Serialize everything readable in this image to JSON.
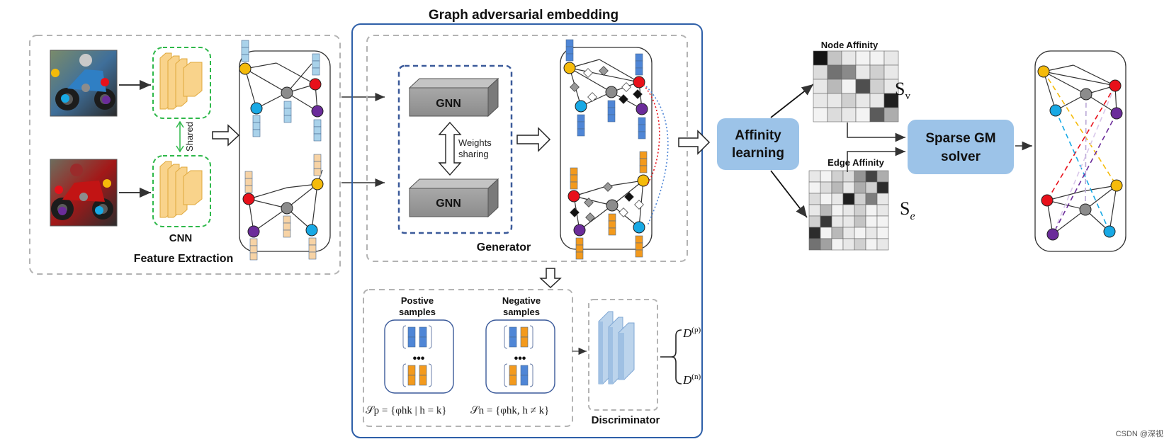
{
  "title": "Graph adversarial embedding",
  "feature_extraction": {
    "label": "Feature Extraction",
    "cnn_label": "CNN",
    "shared_label": "Shared"
  },
  "generator": {
    "label": "Generator",
    "gnn_top": "GNN",
    "gnn_bottom": "GNN",
    "weights_line1": "Weights",
    "weights_line2": "sharing"
  },
  "samples": {
    "positive_line1": "Postive",
    "positive_line2": "samples",
    "negative_line1": "Negative",
    "negative_line2": "samples",
    "dots": "•••",
    "sp_formula": "𝒮p = {φhk | h = k}",
    "sn_formula": "𝒮n = {φhk, h ≠ k}"
  },
  "discriminator": {
    "label": "Discriminator",
    "dp_main": "D",
    "dp_sup": "(p)",
    "dn_main": "D",
    "dn_sup": "(n)"
  },
  "affinity": {
    "box_line1": "Affinity",
    "box_line2": "learning",
    "node_label": "Node Affinity",
    "edge_label": "Edge Affinity",
    "sv_main": "S",
    "sv_sub": "v",
    "se_main": "S",
    "se_sub": "e"
  },
  "solver": {
    "line1": "Sparse GM",
    "line2": "solver"
  },
  "watermark": "CSDN @深视",
  "colors": {
    "yellow": "#f5bb0a",
    "red": "#e8101a",
    "blue": "#18a9e5",
    "purple": "#6b2c9a",
    "gray_node": "#8c8c8c",
    "light_blue_bar": "#a9d2ea",
    "blue_bar": "#4f86d6",
    "orange_bar": "#f39a1d",
    "peach_bar": "#f7d3a5",
    "affinity_box": "#9cc3e8",
    "frame_blue": "#2e5fa8",
    "dash_gray": "#b3b3b3",
    "dash_green": "#2eb84a",
    "cnn_fill": "#f9d38b"
  },
  "node_affinity_matrix": [
    [
      1.0,
      0.25,
      0.1,
      0.05,
      0.05,
      0.1
    ],
    [
      0.15,
      0.6,
      0.5,
      0.1,
      0.2,
      0.1
    ],
    [
      0.1,
      0.3,
      0.05,
      0.75,
      0.2,
      0.1
    ],
    [
      0.1,
      0.1,
      0.2,
      0.1,
      0.1,
      0.95
    ],
    [
      0.05,
      0.15,
      0.1,
      0.05,
      0.7,
      0.35
    ]
  ],
  "edge_affinity_matrix": [
    [
      0.1,
      0.05,
      0.2,
      0.15,
      0.45,
      0.8,
      0.35
    ],
    [
      0.05,
      0.15,
      0.3,
      0.1,
      0.35,
      0.2,
      0.9
    ],
    [
      0.15,
      0.05,
      0.1,
      0.95,
      0.2,
      0.55,
      0.1
    ],
    [
      0.1,
      0.3,
      0.05,
      0.1,
      0.2,
      0.05,
      0.1
    ],
    [
      0.2,
      0.85,
      0.1,
      0.1,
      0.25,
      0.05,
      0.05
    ],
    [
      0.9,
      0.05,
      0.3,
      0.1,
      0.05,
      0.1,
      0.05
    ],
    [
      0.6,
      0.4,
      0.05,
      0.1,
      0.2,
      0.05,
      0.1
    ]
  ]
}
